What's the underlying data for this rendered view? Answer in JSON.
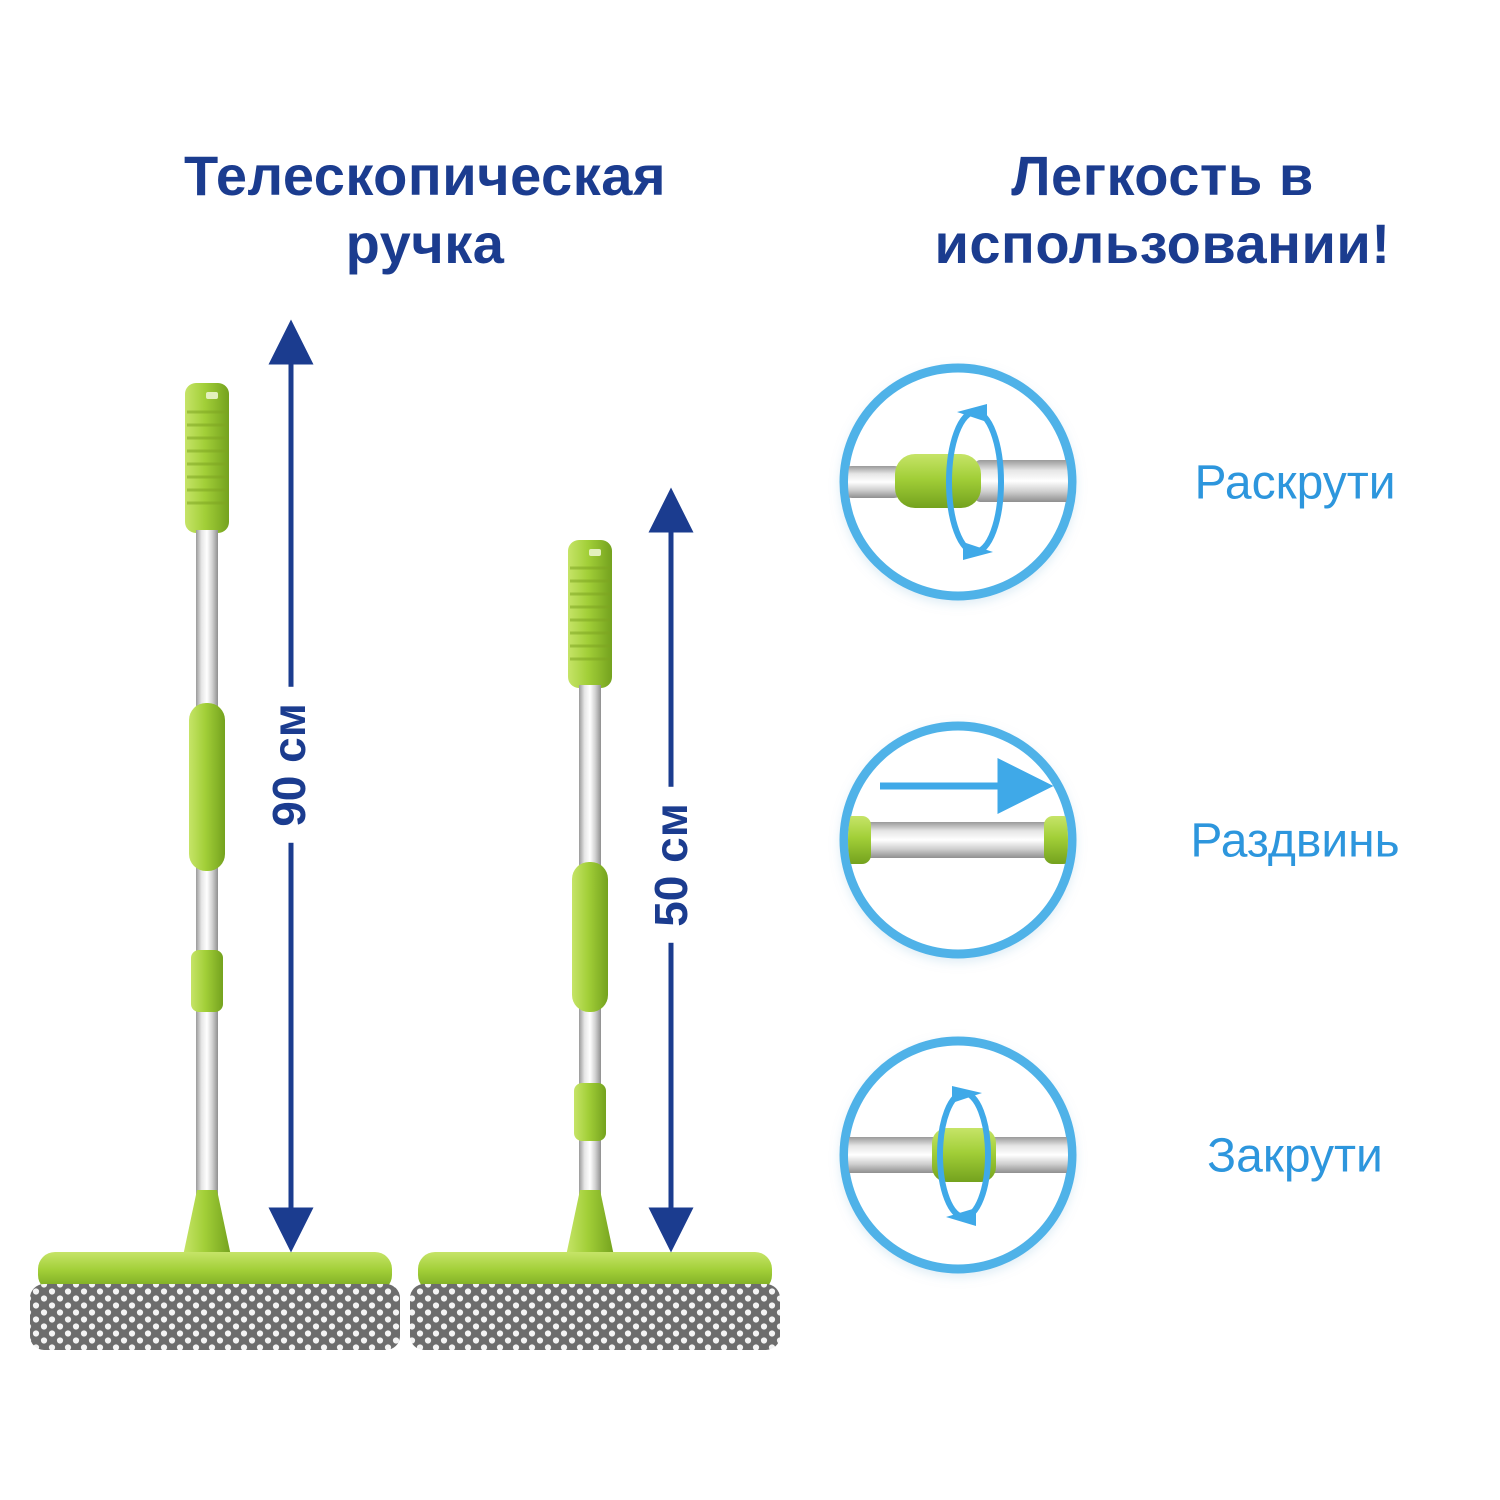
{
  "left_section": {
    "title_line1": "Телескопическая",
    "title_line2": "ручка",
    "extended_length_label": "90 см",
    "collapsed_length_label": "50 см"
  },
  "right_section": {
    "title_line1": "Легкость в",
    "title_line2": "использовании!",
    "steps": [
      {
        "label": "Раскрути",
        "icon": "rotate-open-icon"
      },
      {
        "label": "Раздвинь",
        "icon": "extend-right-arrow-icon"
      },
      {
        "label": "Закрути",
        "icon": "rotate-close-icon"
      }
    ]
  },
  "colors": {
    "title_navy": "#1b3c8f",
    "step_blue": "#2d96dd",
    "circle_stroke_blue": "#4fb2e8",
    "handle_green": "#9cc832",
    "pole_silver": "#d9d9d9"
  }
}
